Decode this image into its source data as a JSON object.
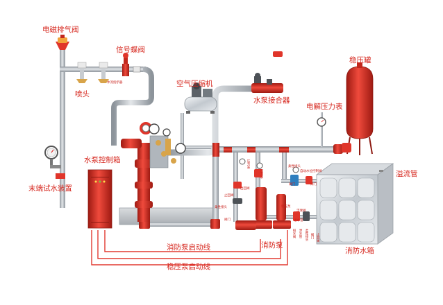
{
  "labels": {
    "solenoid_vent_valve": "电磁排气阀",
    "sprinkler_head": "喷头",
    "signal_butterfly_valve": "信号蝶阀",
    "water_flow_indicator": "水流指示器",
    "air_compressor": "空气压缩机",
    "pump_adapter": "水泵接合器",
    "pressure_tank": "稳压罐",
    "electric_pressure_gauge": "电解压力表",
    "end_test_device": "末端试水装置",
    "pump_control_box": "水泵控制箱",
    "overflow_pipe": "溢流管",
    "fire_pump": "消防泵",
    "fire_water_tank": "消防水箱",
    "fire_pump_start_line": "消防泵启动线",
    "pressure_pump_start_line": "稳压泵启动线",
    "small_1": "压力表",
    "small_2": "出回阀",
    "small_3": "柔性接头",
    "small_4": "压力表",
    "small_5": "阀门",
    "small_6": "止回阀",
    "small_7": "阀门",
    "small_8": "柔性接头",
    "small_9": "自动水位控制阀",
    "small_10": "阀门",
    "small_11": "稳压泵",
    "small_12": "浮球阀",
    "small_13": "进水管",
    "small_14": "排水阀",
    "small_15": "泄水管",
    "small_16": "柔性接头",
    "small_17": "阀门",
    "small_18": "止回阀"
  },
  "colors": {
    "pipe": "#b9bec4",
    "pipe_red": "#d42a1f",
    "label": "#d6261d",
    "signal_line": "#e23a30"
  }
}
